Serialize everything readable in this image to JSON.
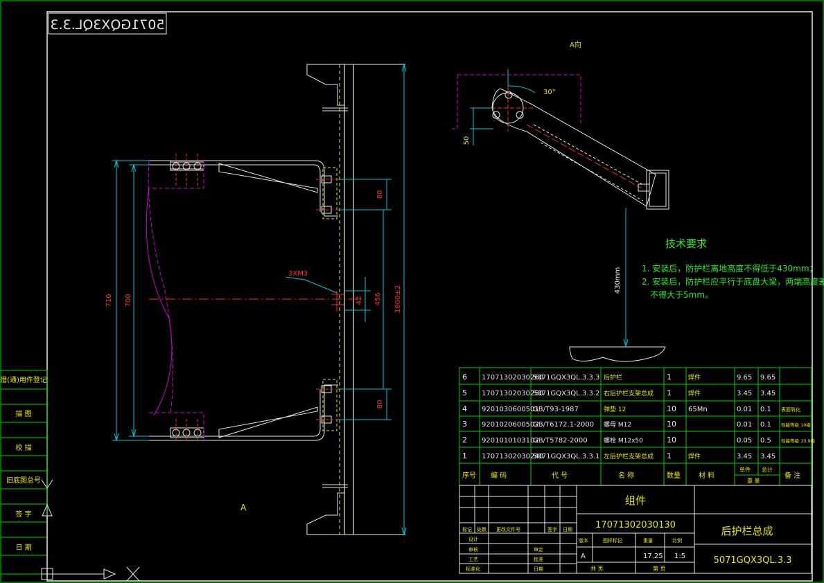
{
  "title_code_mirrored": "5071GQX3QL.3.3",
  "view_label": "A向",
  "view_label_bottom": "A",
  "dims": {
    "overall": "1800±2",
    "outer": "716",
    "inner": "700",
    "top_gap": "80",
    "bottom_gap": "80",
    "mid": "456",
    "small": "42",
    "hole_note": "3XM3",
    "side_height": "430mm",
    "offset": "50",
    "angle": "30°"
  },
  "tech": {
    "heading": "技术要求",
    "line1": "1. 安装后，防护栏离地高度不得低于430mm；",
    "line2": "2. 安装后，防护栏应平行于底盘大梁，两端高度差",
    "line3": "不得大于5mm。"
  },
  "left_strip": [
    "借(通)用件登记",
    "描   图",
    "校   描",
    "旧底图总号",
    "签   字",
    "日   期"
  ],
  "bom_rows": [
    {
      "no": "6",
      "code": "17071302030260",
      "std": "5071GQX3QL.3.3.3",
      "name": "后护栏",
      "qty": "1",
      "mat": "焊件",
      "w1": "9.65",
      "w2": "9.65",
      "note": ""
    },
    {
      "no": "5",
      "code": "17071302030250",
      "std": "5071GQX3QL.3.3.2",
      "name": "右后护栏支架总成",
      "qty": "1",
      "mat": "焊件",
      "w1": "3.45",
      "w2": "3.45",
      "note": ""
    },
    {
      "no": "4",
      "code": "9201030600501",
      "std": "GB/T93-1987",
      "name": "弹垫 12",
      "qty": "10",
      "mat": "65Mn",
      "w1": "0.01",
      "w2": "0.1",
      "note": "表面氧化"
    },
    {
      "no": "3",
      "code": "9201020600502",
      "std": "GB/T6172.1-2000",
      "name": "螺母 M12",
      "qty": "10",
      "mat": "",
      "w1": "0.01",
      "w2": "0.1",
      "note": "性能等级 10级"
    },
    {
      "no": "2",
      "code": "9201010103102",
      "std": "GB/T5782-2000",
      "name": "螺栓 M12x50",
      "qty": "10",
      "mat": "",
      "w1": "0.05",
      "w2": "0.5",
      "note": "性能等级 10.9级"
    },
    {
      "no": "1",
      "code": "17071302030240",
      "std": "5071GQX3QL.3.3.1",
      "name": "左后护栏支架总成",
      "qty": "1",
      "mat": "焊件",
      "w1": "3.45",
      "w2": "3.45",
      "note": ""
    }
  ],
  "bom_header": {
    "no": "序号",
    "code": "编  码",
    "std": "代  号",
    "name": "名  称",
    "qty": "数量",
    "mat": "材  料",
    "weight_single": "单件",
    "weight_total": "总计",
    "weight": "重  量",
    "note": "备  注"
  },
  "title_block": {
    "kind": "组件",
    "part_code": "17071302030130",
    "name": "后护栏总成",
    "drawing_no": "5071GQX3QL.3.3",
    "version": "A",
    "weight": "17.25",
    "scale": "1:5",
    "lbl_version": "版本",
    "lbl_stage": "图样标记",
    "lbl_weight": "重量",
    "lbl_scale": "比例",
    "lbl_sheets": "共    页",
    "lbl_sheet": "第    页",
    "rev": [
      "标记",
      "处数",
      "更改文件号",
      "签字",
      "日期"
    ],
    "sign": [
      "设计",
      "审核",
      "工艺",
      "标准化",
      "审定",
      "日期",
      "批准"
    ]
  }
}
